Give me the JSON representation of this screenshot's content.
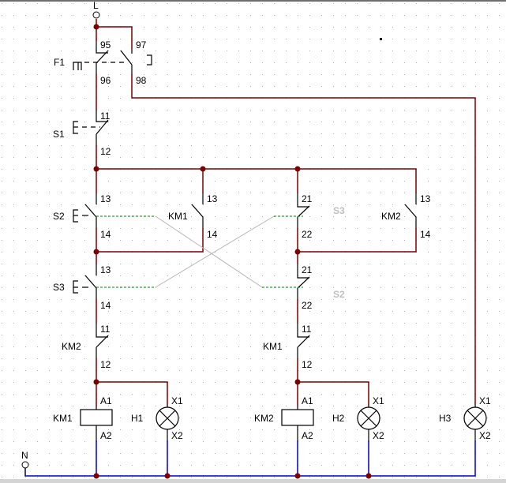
{
  "diagram": {
    "type": "electrical-schematic",
    "title": "Reversing contactor control circuit with pilot lamps",
    "colors": {
      "phase_wire": "#7a0000",
      "neutral_wire": "#0000cc",
      "component": "#000000",
      "mechanical_link": "#008000",
      "cross_link": "#b4b4b4",
      "ghost_label": "#c0c0c0",
      "grid_dot": "#b0b0b0"
    },
    "terminals": {
      "phase": "L",
      "neutral": "N"
    },
    "components": {
      "f1": {
        "label": "F1",
        "kind": "thermal-overload-relay",
        "pins": [
          "95",
          "96",
          "97",
          "98"
        ]
      },
      "s1": {
        "label": "S1",
        "kind": "pushbutton-nc",
        "pins": [
          "11",
          "12"
        ]
      },
      "s2": {
        "label": "S2",
        "kind": "pushbutton-no",
        "pins": [
          "13",
          "14"
        ]
      },
      "km1_hold": {
        "label": "KM1",
        "kind": "contact-no",
        "pins": [
          "13",
          "14"
        ]
      },
      "s3_nc": {
        "label": "S3",
        "kind": "pushbutton-nc-ghost",
        "pins": [
          "21",
          "22"
        ]
      },
      "km2_hold": {
        "label": "KM2",
        "kind": "contact-no",
        "pins": [
          "13",
          "14"
        ]
      },
      "s3": {
        "label": "S3",
        "kind": "pushbutton-no",
        "pins": [
          "13",
          "14"
        ]
      },
      "s2_nc": {
        "label": "S2",
        "kind": "pushbutton-nc-ghost",
        "pins": [
          "21",
          "22"
        ]
      },
      "km2_interlock": {
        "label": "KM2",
        "kind": "contact-nc",
        "pins": [
          "11",
          "12"
        ]
      },
      "km1_interlock": {
        "label": "KM1",
        "kind": "contact-nc",
        "pins": [
          "11",
          "12"
        ]
      },
      "km1_coil": {
        "label": "KM1",
        "kind": "coil",
        "pins": [
          "A1",
          "A2"
        ]
      },
      "h1": {
        "label": "H1",
        "kind": "lamp",
        "pins": [
          "X1",
          "X2"
        ]
      },
      "km2_coil": {
        "label": "KM2",
        "kind": "coil",
        "pins": [
          "A1",
          "A2"
        ]
      },
      "h2": {
        "label": "H2",
        "kind": "lamp",
        "pins": [
          "X1",
          "X2"
        ]
      },
      "h3": {
        "label": "H3",
        "kind": "lamp",
        "pins": [
          "X1",
          "X2"
        ]
      }
    }
  }
}
